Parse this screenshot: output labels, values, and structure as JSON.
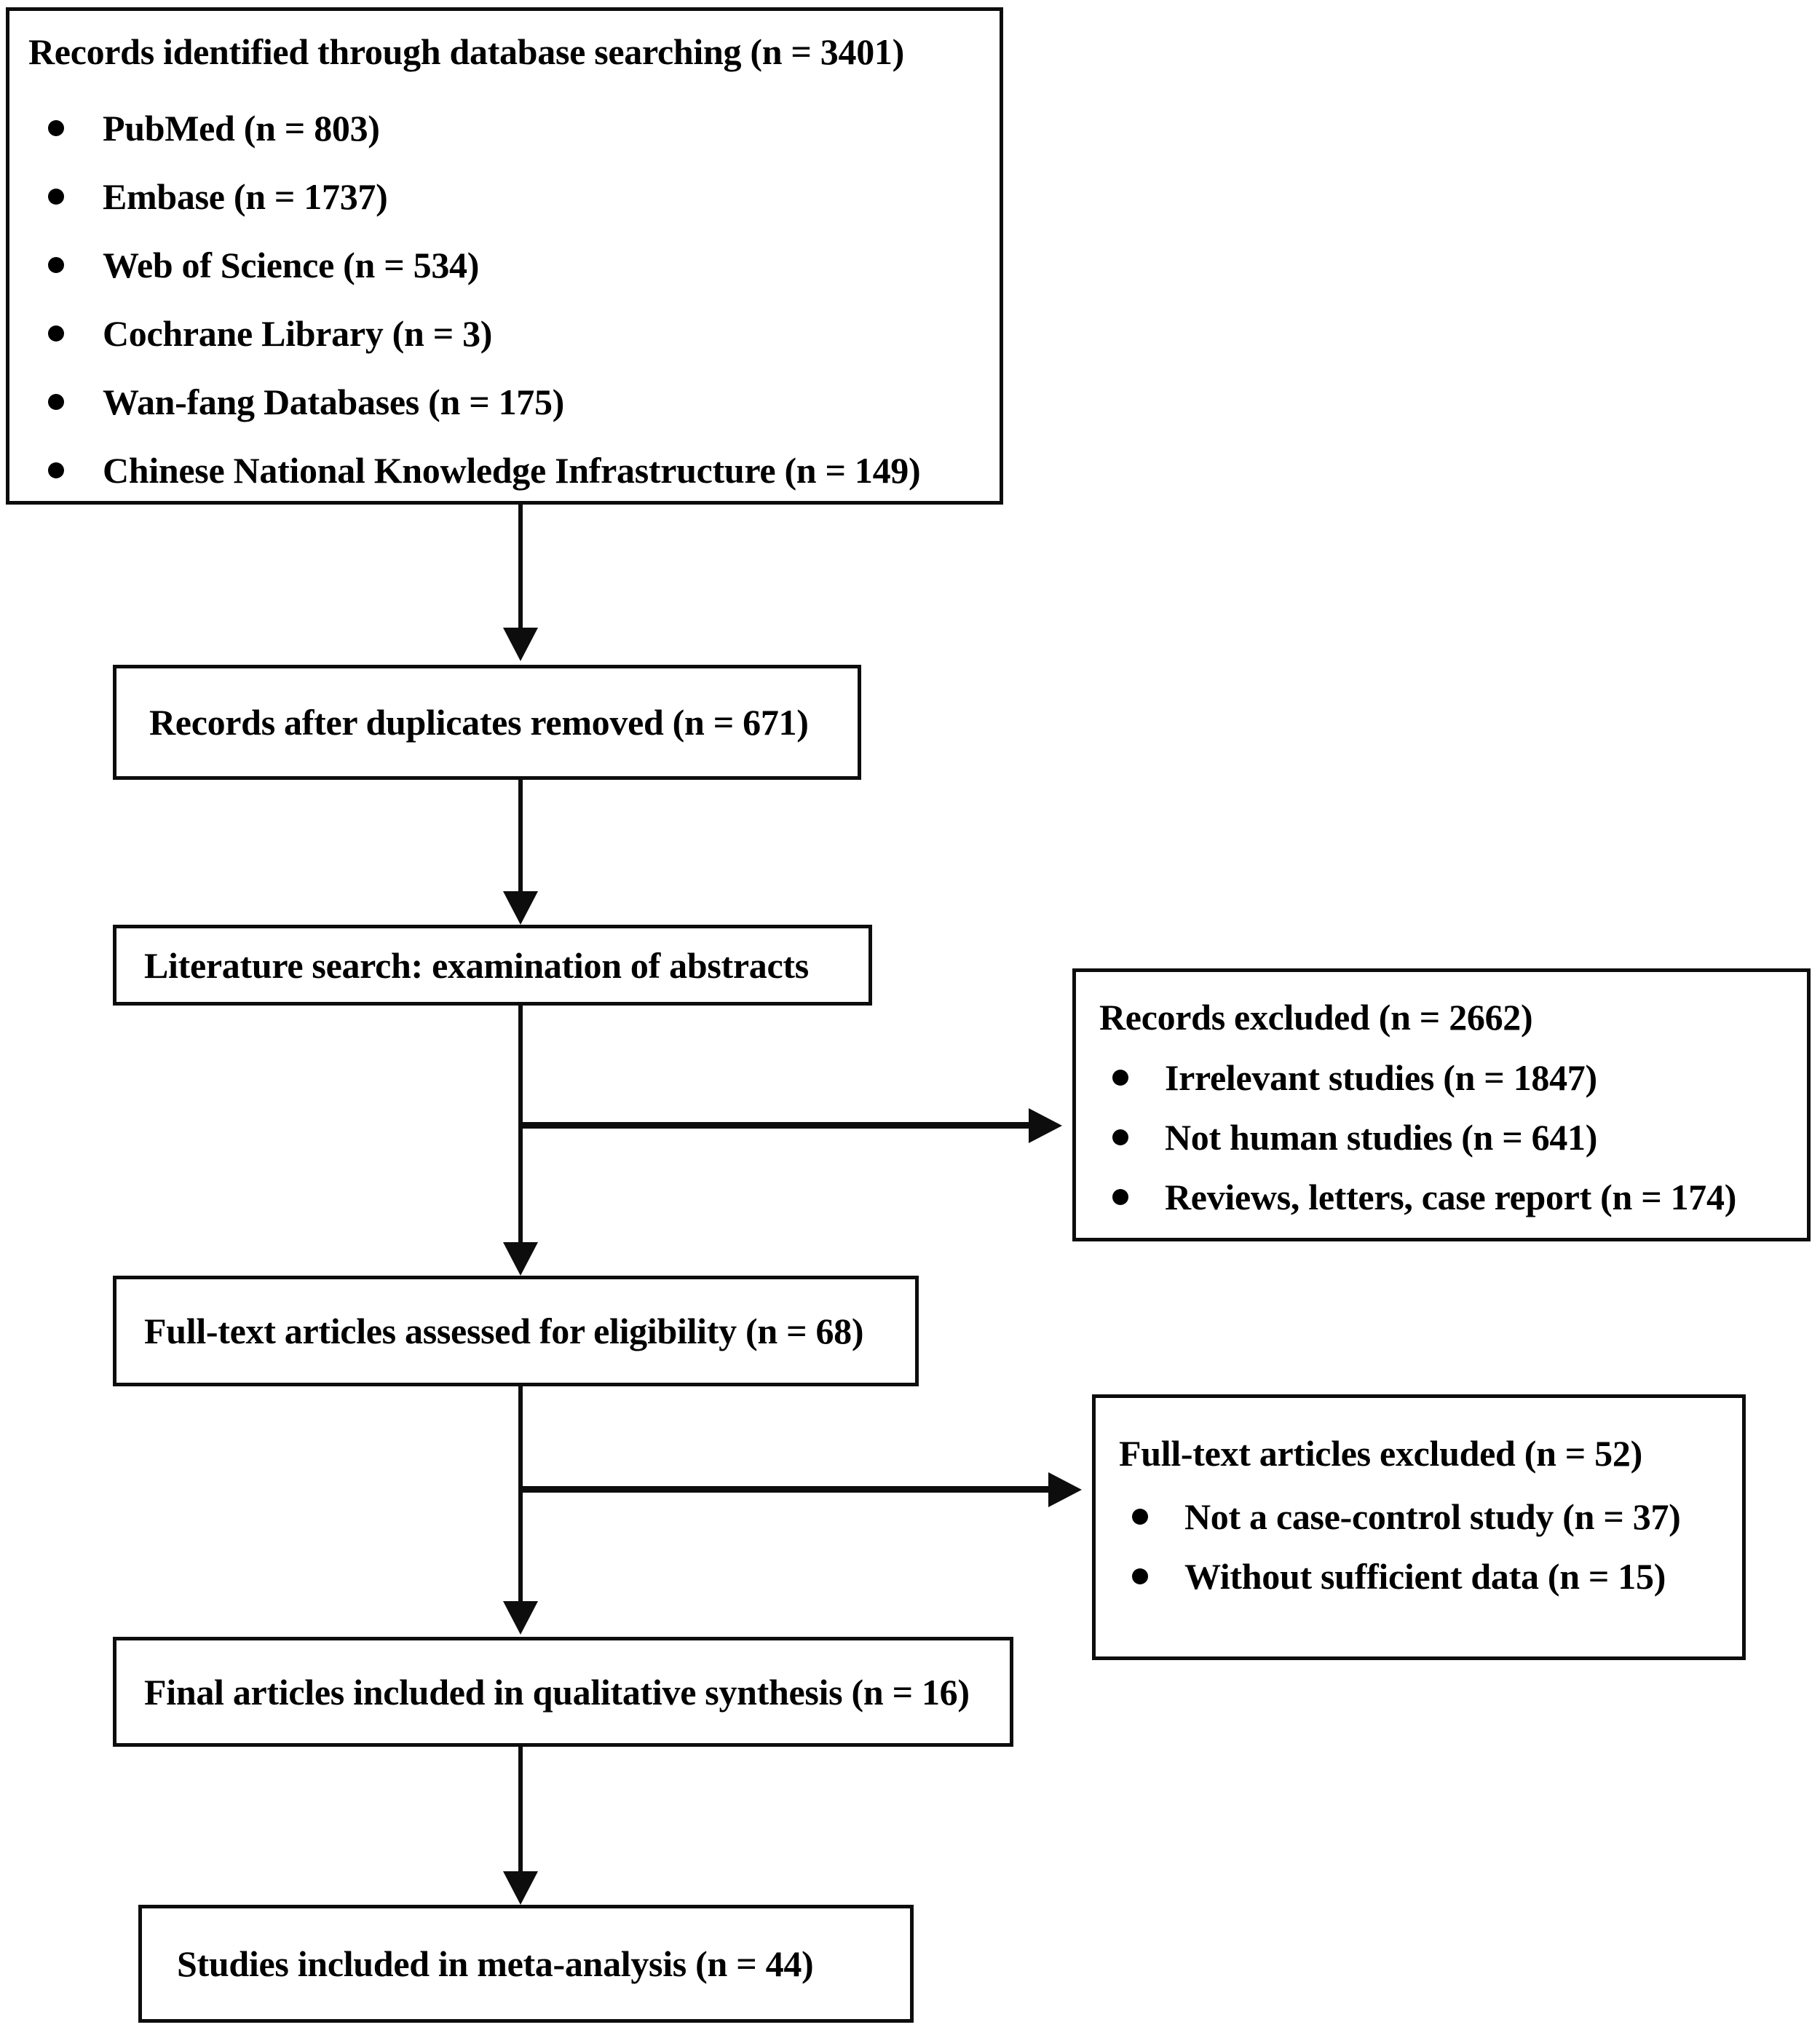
{
  "diagram": {
    "type": "prisma-flow-diagram",
    "identification": {
      "heading": "Records identified through database searching (n = 3401)",
      "sources": [
        "PubMed (n = 803)",
        "Embase (n = 1737)",
        "Web of Science (n = 534)",
        "Cochrane Library (n = 3)",
        "Wan-fang Databases (n = 175)",
        "Chinese National Knowledge Infrastructure (n = 149)"
      ]
    },
    "duplicates_removed": {
      "label": "Records after duplicates removed (n = 671)"
    },
    "literature_search": {
      "label": "Literature search: examination of abstracts"
    },
    "records_excluded": {
      "heading": "Records excluded (n = 2662)",
      "reasons": [
        "Irrelevant studies (n = 1847)",
        "Not human studies (n = 641)",
        "Reviews, letters, case report (n = 174)"
      ]
    },
    "fulltext_assessed": {
      "label": "Full-text articles assessed for eligibility (n = 68)"
    },
    "fulltext_excluded": {
      "heading": "Full-text articles excluded (n = 52)",
      "reasons": [
        "Not a case-control study (n = 37)",
        "Without sufficient data (n = 15)"
      ]
    },
    "qualitative_synthesis": {
      "label": "Final articles included in qualitative synthesis (n = 16)"
    },
    "meta_analysis": {
      "label": "Studies included in meta-analysis (n = 44)"
    },
    "colors": {
      "line": "#0d0d0d",
      "text": "#000000",
      "background": "#ffffff"
    }
  }
}
